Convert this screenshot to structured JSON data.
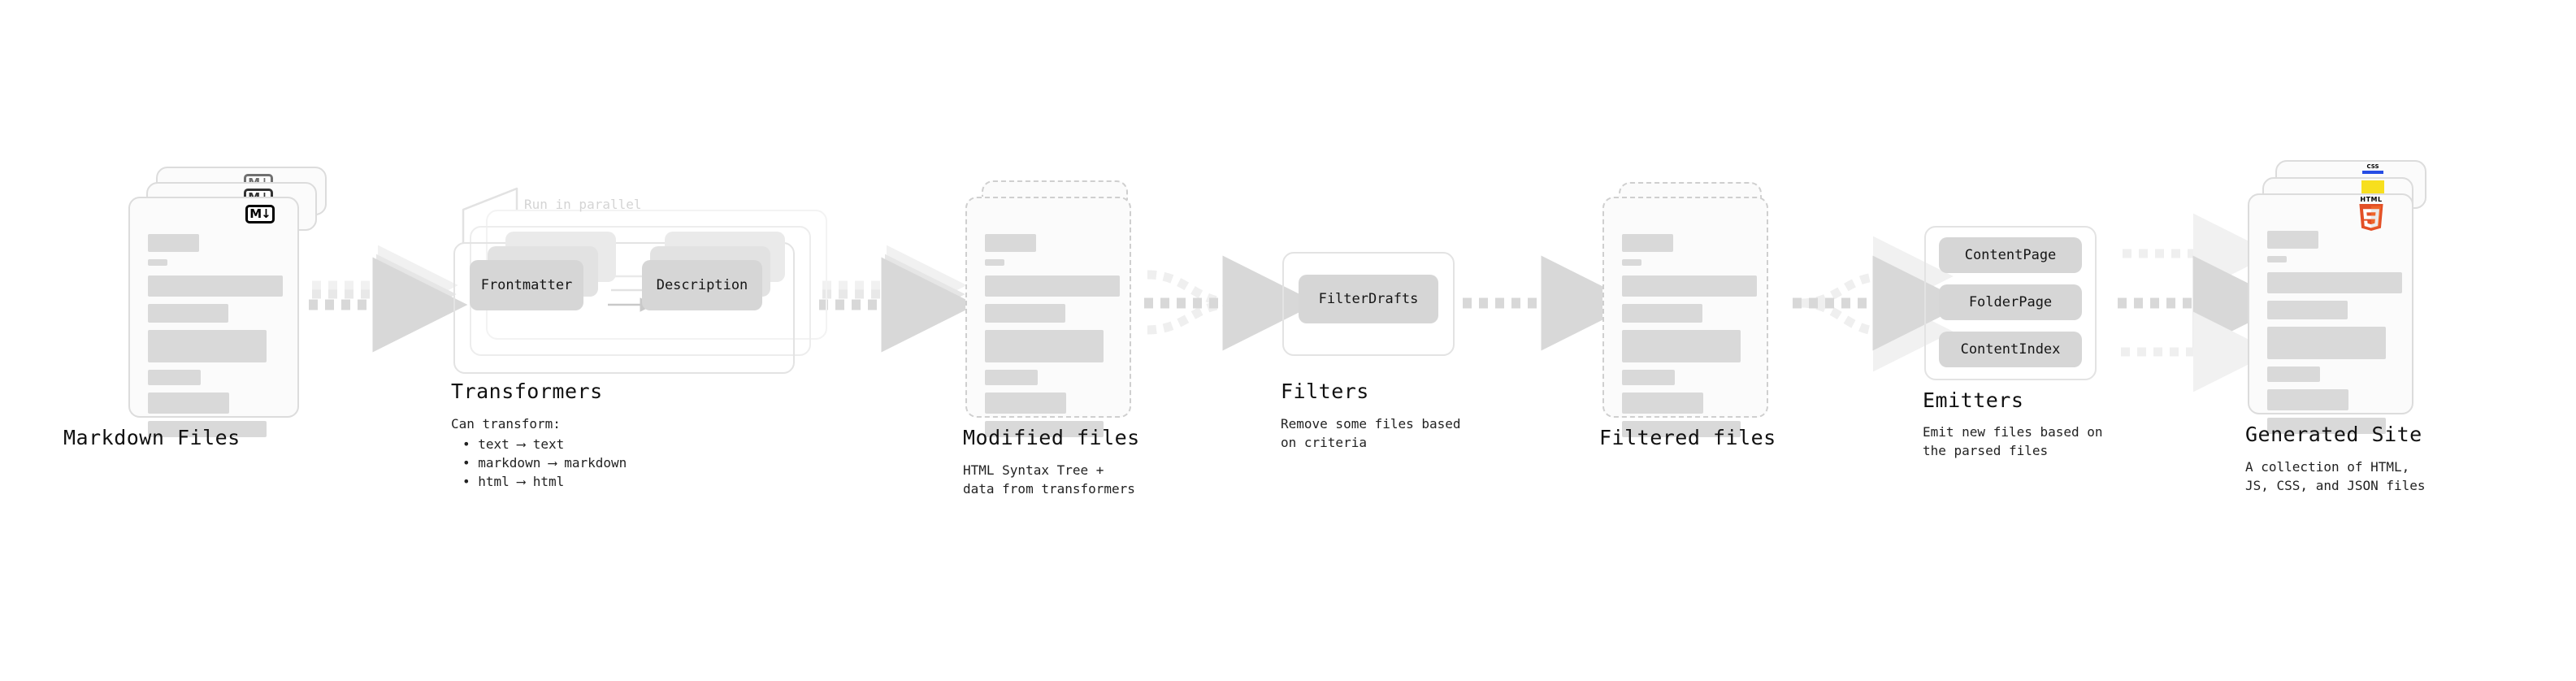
{
  "diagram": {
    "title": "Quartz content processing pipeline",
    "background": "#ffffff",
    "accents": {
      "skeleton": "#d9d9d9",
      "chip": "#d6d6d6",
      "arrow": "#d8d8d8",
      "arrow_faint": "#efefef",
      "card_border": "#dcdcdc",
      "dashed_border": "#cfcfcf",
      "html5_orange": "#e34f26",
      "css_blue": "#264de4",
      "js_yellow": "#f7df1e",
      "muted_text": "#d4d4d4"
    }
  },
  "stages": {
    "markdown_files": {
      "title": "Markdown Files",
      "badge": "markdown-badge",
      "badge_text": "M↓",
      "stack_count": 3
    },
    "transformers": {
      "title": "Transformers",
      "parallel_label": "Run in parallel",
      "stack_count": 3,
      "chips": [
        "Frontmatter",
        "Description"
      ],
      "subtitle": "Can transform:",
      "bullets": [
        "• text ⟶ text",
        "• markdown ⟶ markdown",
        "• html ⟶ html"
      ]
    },
    "modified_files": {
      "title": "Modified files",
      "subtitle": "HTML Syntax Tree +\ndata from transformers",
      "stack_count": 2
    },
    "filters": {
      "title": "Filters",
      "chips": [
        "FilterDrafts"
      ],
      "subtitle": "Remove some files based\non criteria"
    },
    "filtered_files": {
      "title": "Filtered files",
      "subtitle": "",
      "stack_count": 2
    },
    "emitters": {
      "title": "Emitters",
      "chips": [
        "ContentPage",
        "FolderPage",
        "ContentIndex"
      ],
      "subtitle": "Emit new files based on\nthe parsed files"
    },
    "generated_site": {
      "title": "Generated Site",
      "subtitle": "A collection of HTML,\nJS, CSS, and JSON files",
      "stack_count": 3,
      "badges": [
        {
          "name": "css-badge",
          "label": "CSS"
        },
        {
          "name": "js-badge",
          "label": ""
        },
        {
          "name": "html5-badge",
          "label": "HTML",
          "glyph": "5"
        }
      ]
    }
  }
}
